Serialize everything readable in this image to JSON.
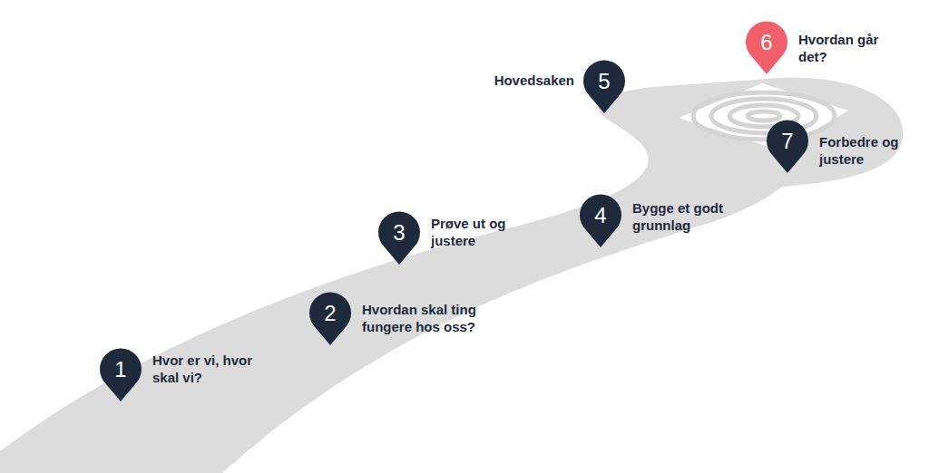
{
  "diagram": {
    "nodes": [
      {
        "text": [
          "1",
          "Hvor er vi, hvor skal vi?"
        ]
      },
      {
        "text": [
          "2",
          "Hvordan skal ting fungere hos oss?"
        ]
      },
      {
        "text": [
          "3",
          "Prøve ut og justere"
        ]
      },
      {
        "text": [
          "4",
          "Bygge et godt grunnlag"
        ]
      },
      {
        "text": [
          "5",
          "Hovedsaken"
        ]
      },
      {
        "text": [
          "6",
          "Hvordan går det?"
        ]
      },
      {
        "text": [
          "7",
          "Forbedre og justere"
        ]
      }
    ]
  }
}
